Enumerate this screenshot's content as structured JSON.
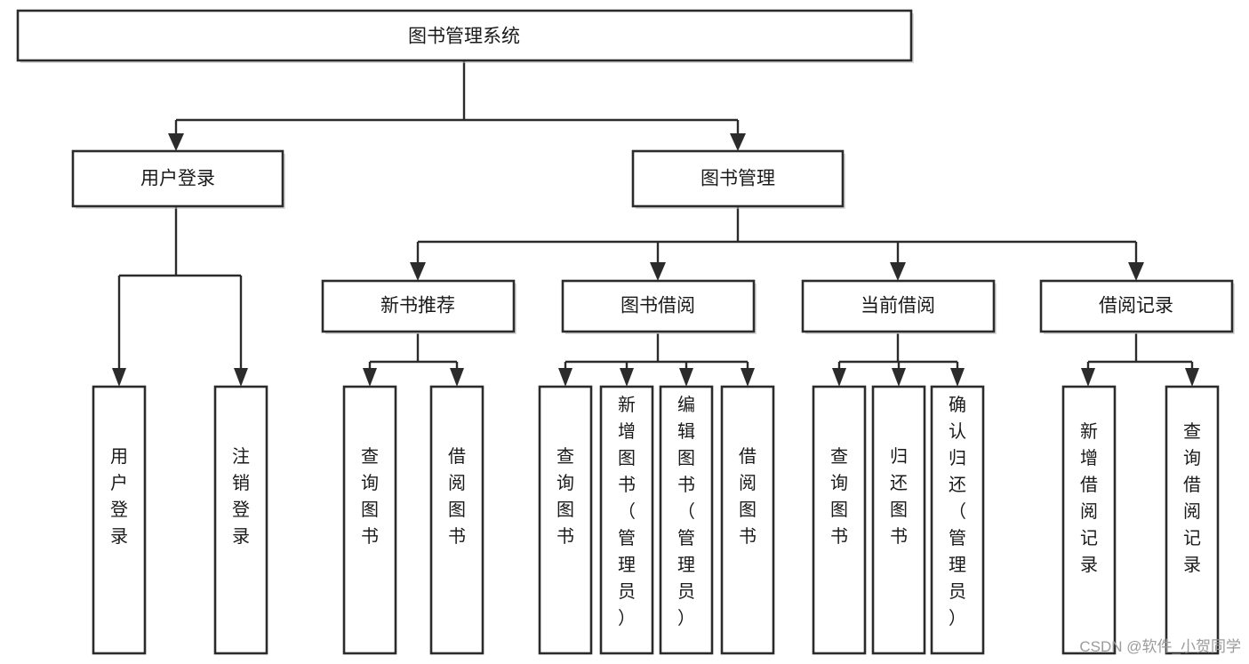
{
  "diagram": {
    "type": "hierarchy-tree",
    "title": "图书管理系统",
    "orientation": "top-down",
    "levels": 4,
    "colors": {
      "box_stroke": "#2b2b2b",
      "box_fill": "#ffffff",
      "connector": "#2b2b2b",
      "text": "#1a1a1a",
      "watermark": "#9b9b9b",
      "background": "#ffffff"
    }
  },
  "root": {
    "id": "root",
    "label": "图书管理系统",
    "orientation": "horizontal"
  },
  "level2": [
    {
      "id": "user-login",
      "label": "用户登录",
      "orientation": "horizontal"
    },
    {
      "id": "book-management",
      "label": "图书管理",
      "orientation": "horizontal"
    }
  ],
  "level3": [
    {
      "id": "new-book-recommend",
      "label": "新书推荐",
      "orientation": "horizontal",
      "parent": "book-management"
    },
    {
      "id": "book-borrow",
      "label": "图书借阅",
      "orientation": "horizontal",
      "parent": "book-management"
    },
    {
      "id": "current-borrow",
      "label": "当前借阅",
      "orientation": "horizontal",
      "parent": "book-management"
    },
    {
      "id": "borrow-record",
      "label": "借阅记录",
      "orientation": "horizontal",
      "parent": "book-management"
    }
  ],
  "leaves": [
    {
      "id": "leaf-user-login",
      "label": "用户登录",
      "orientation": "vertical",
      "parent": "user-login"
    },
    {
      "id": "leaf-user-logout",
      "label": "注销登录",
      "orientation": "vertical",
      "parent": "user-login"
    },
    {
      "id": "leaf-query-book-1",
      "label": "查询图书",
      "orientation": "vertical",
      "parent": "new-book-recommend"
    },
    {
      "id": "leaf-borrow-book-1",
      "label": "借阅图书",
      "orientation": "vertical",
      "parent": "new-book-recommend"
    },
    {
      "id": "leaf-query-book-2",
      "label": "查询图书",
      "orientation": "vertical",
      "parent": "book-borrow"
    },
    {
      "id": "leaf-add-book",
      "label": "新增图书（管理员）",
      "orientation": "vertical",
      "parent": "book-borrow"
    },
    {
      "id": "leaf-edit-book",
      "label": "编辑图书（管理员）",
      "orientation": "vertical",
      "parent": "book-borrow"
    },
    {
      "id": "leaf-borrow-book-2",
      "label": "借阅图书",
      "orientation": "vertical",
      "parent": "book-borrow"
    },
    {
      "id": "leaf-query-book-3",
      "label": "查询图书",
      "orientation": "vertical",
      "parent": "current-borrow"
    },
    {
      "id": "leaf-return-book",
      "label": "归还图书",
      "orientation": "vertical",
      "parent": "current-borrow"
    },
    {
      "id": "leaf-confirm-return",
      "label": "确认归还（管理员）",
      "orientation": "vertical",
      "parent": "current-borrow"
    },
    {
      "id": "leaf-add-record",
      "label": "新增借阅记录",
      "orientation": "vertical",
      "parent": "borrow-record"
    },
    {
      "id": "leaf-query-record",
      "label": "查询借阅记录",
      "orientation": "vertical",
      "parent": "borrow-record"
    }
  ],
  "watermark": {
    "text": "CSDN @软件_小贺同学"
  }
}
